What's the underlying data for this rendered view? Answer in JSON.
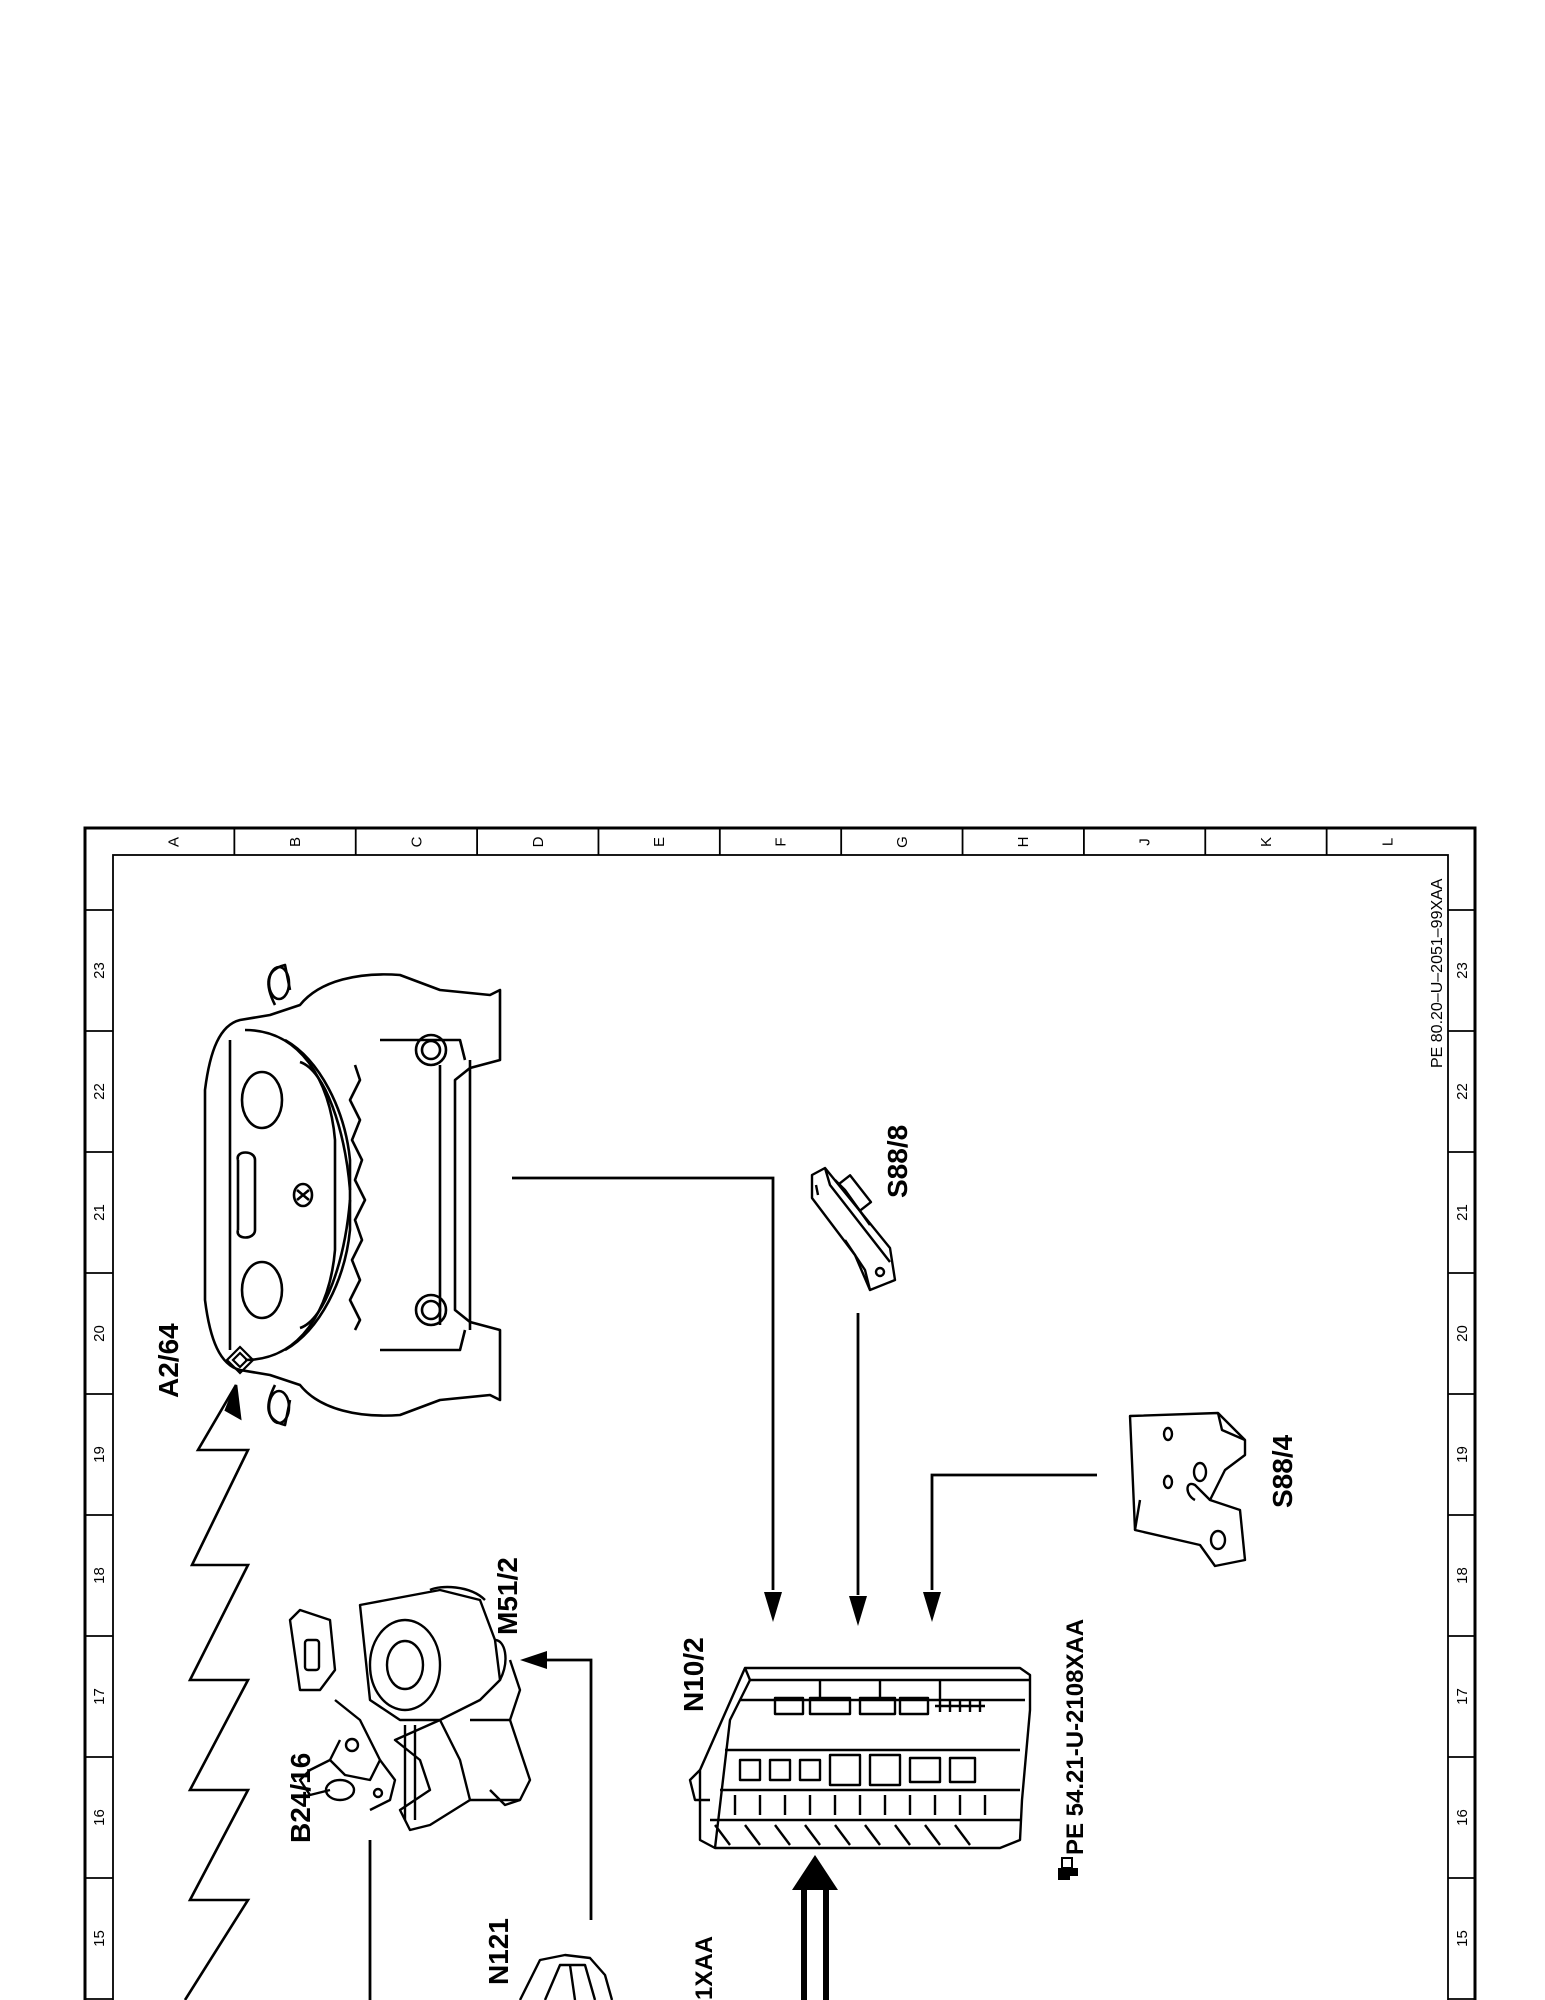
{
  "grid": {
    "columns": [
      "A",
      "B",
      "C",
      "D",
      "E",
      "F",
      "G",
      "H",
      "J",
      "K",
      "L"
    ],
    "rows": [
      "23",
      "22",
      "21",
      "20",
      "19",
      "18",
      "17",
      "16",
      "15"
    ]
  },
  "document_code": "PE 80.20–U–2051–99XAA",
  "components": {
    "a2_64": "A2/64",
    "s88_8": "S88/8",
    "s88_4": "S88/4",
    "m51_2": "M51/2",
    "b24_16": "B24/16",
    "n10_2": "N10/2",
    "n121": "N121"
  },
  "references": {
    "n10_2_ref": "PE 54.21-U-2108XAA",
    "partial_ref": "1XAA"
  },
  "icons": {
    "reference_marker": "pointing-hand-icon"
  }
}
